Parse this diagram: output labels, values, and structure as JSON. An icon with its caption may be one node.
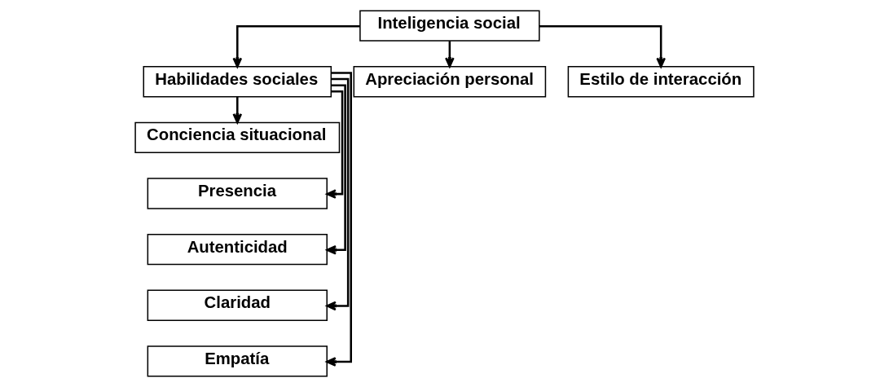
{
  "diagram": {
    "nodes": [
      {
        "text": [
          "Inteligencia social"
        ]
      },
      {
        "text": [
          "Habilidades sociales"
        ]
      },
      {
        "text": [
          "Apreciación personal"
        ]
      },
      {
        "text": [
          "Estilo de interacción"
        ]
      },
      {
        "text": [
          "Conciencia situacional"
        ]
      },
      {
        "text": [
          "Presencia"
        ]
      },
      {
        "text": [
          "Autenticidad"
        ]
      },
      {
        "text": [
          "Claridad"
        ]
      },
      {
        "text": [
          "Empatía"
        ]
      }
    ],
    "edges": [
      {
        "from": 0,
        "to": 1,
        "arrow": "to"
      },
      {
        "from": 0,
        "to": 2,
        "arrow": "to"
      },
      {
        "from": 0,
        "to": 3,
        "arrow": "to"
      },
      {
        "from": 1,
        "to": 4,
        "arrow": "to"
      },
      {
        "from": 1,
        "to": 5,
        "arrow": "to"
      },
      {
        "from": 1,
        "to": 6,
        "arrow": "to"
      },
      {
        "from": 1,
        "to": 7,
        "arrow": "to"
      },
      {
        "from": 1,
        "to": 8,
        "arrow": "to"
      }
    ]
  }
}
